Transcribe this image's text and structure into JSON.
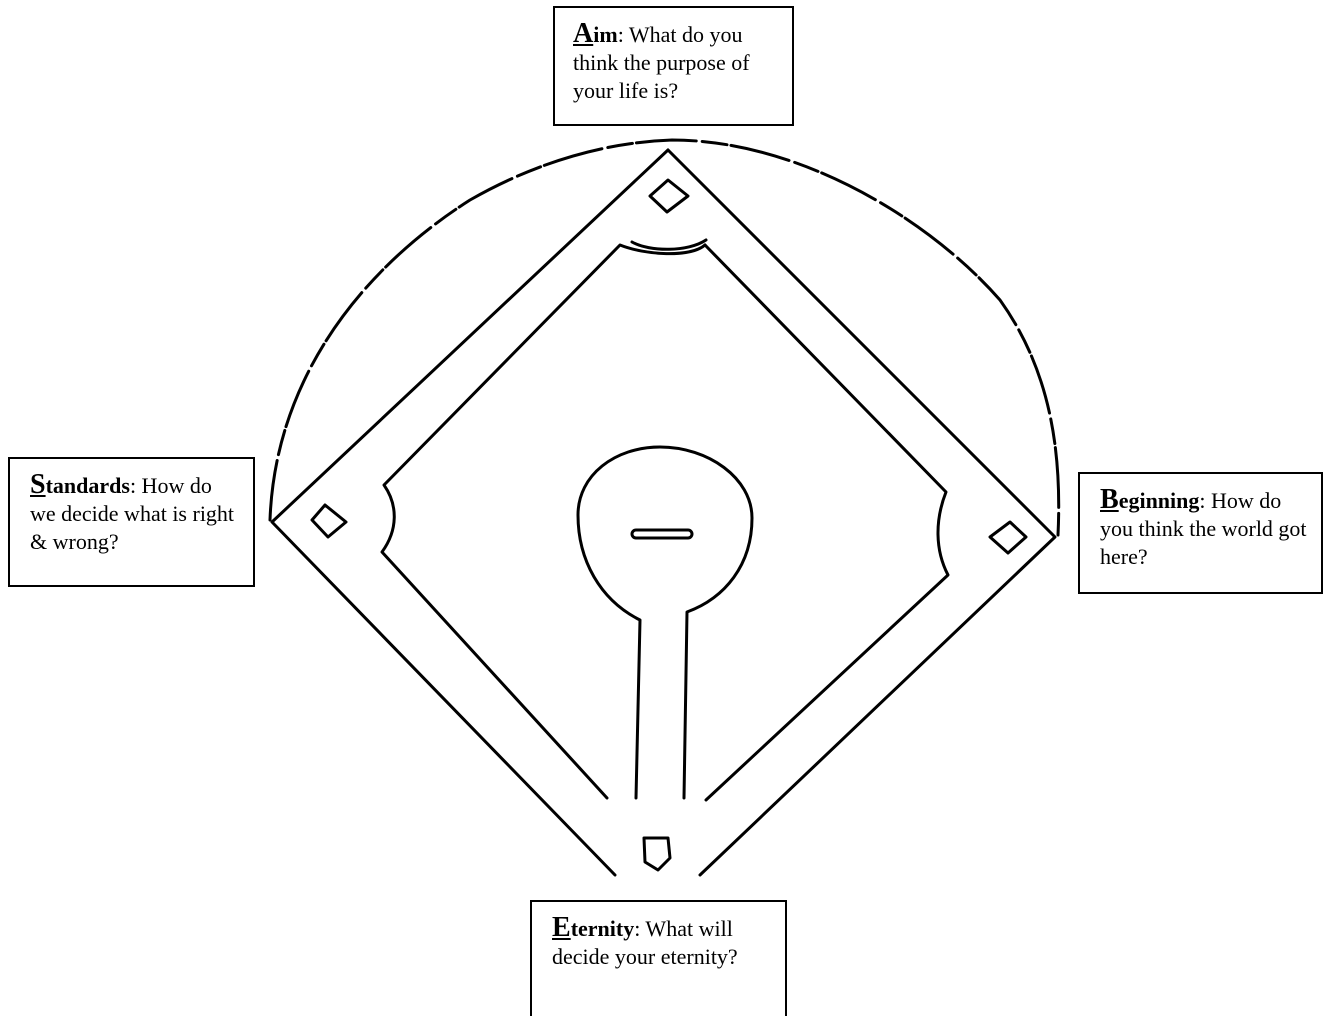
{
  "questions": {
    "aim": {
      "initial": "A",
      "rest": "im",
      "question": ": What do you think the purpose of your life is?"
    },
    "standards": {
      "initial": "S",
      "rest": "tandards",
      "question": ": How do we decide what is right & wrong?"
    },
    "beginning": {
      "initial": "B",
      "rest": "eginning",
      "question": ": How do you think the world got here?"
    },
    "eternity": {
      "initial": "E",
      "rest": "ternity",
      "question": ": What will decide your eternity?"
    }
  }
}
